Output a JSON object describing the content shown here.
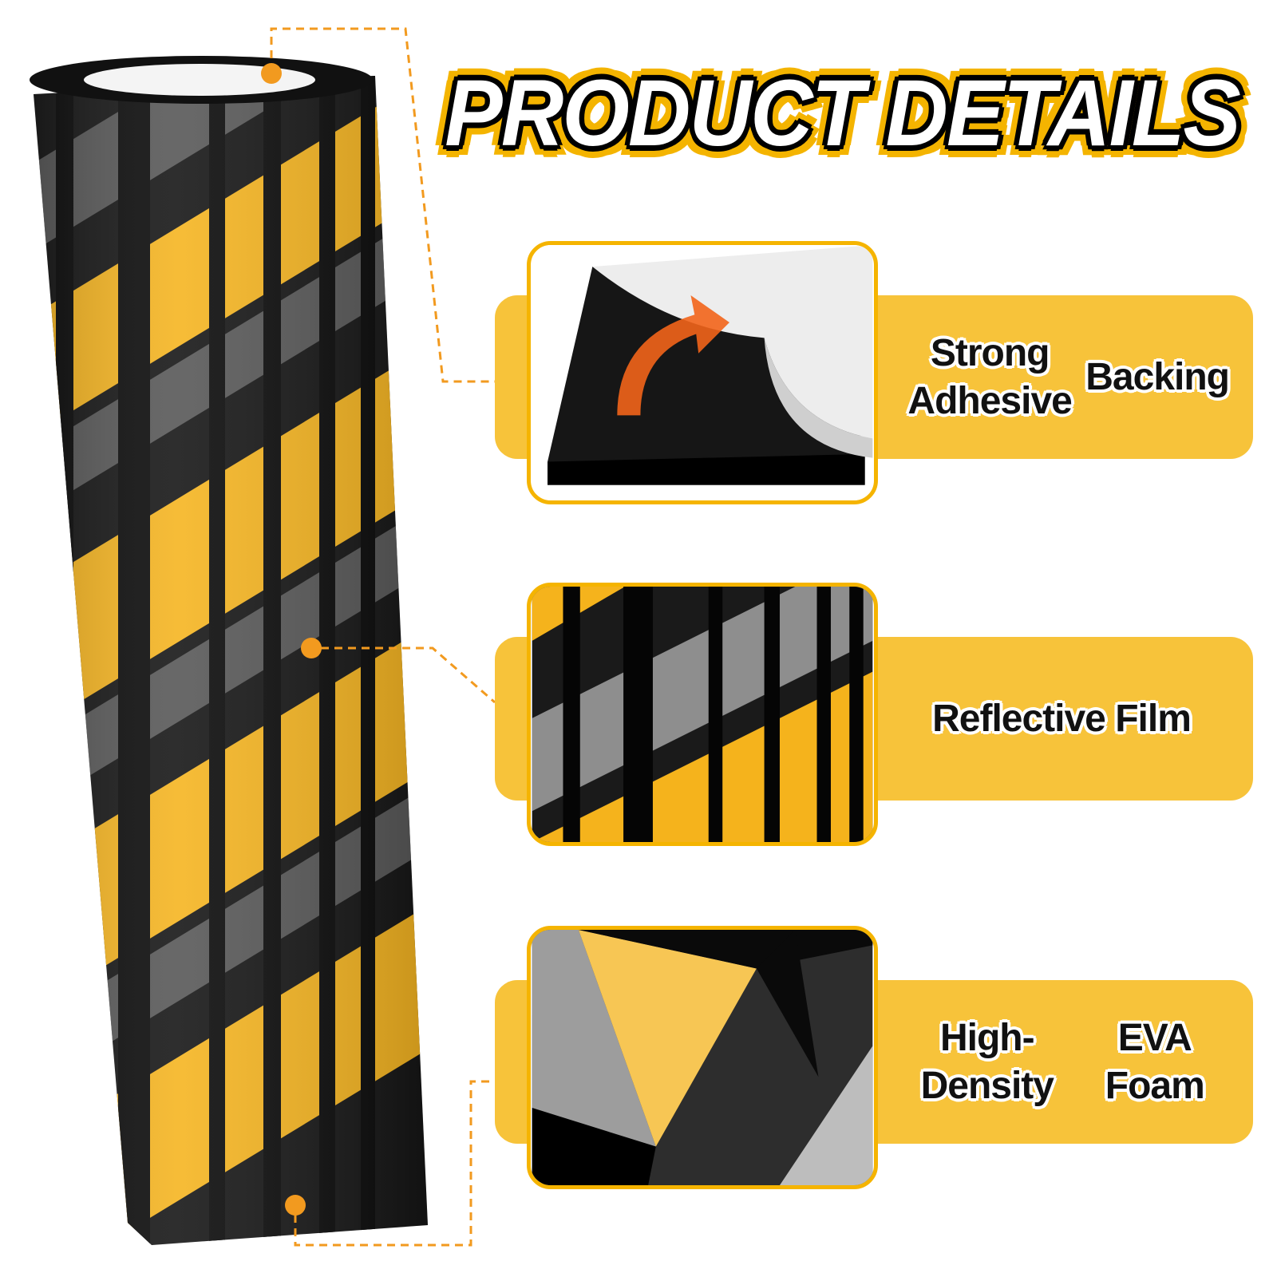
{
  "title": "PRODUCT DETAILS",
  "colors": {
    "accent_yellow": "#f7c33a",
    "border_yellow": "#f5b400",
    "connector_orange": "#f29a1f",
    "stripe_black": "#0d0d0d"
  },
  "features": [
    {
      "line1": "Strong Adhesive",
      "line2": "Backing",
      "icon": "adhesive-peel-icon"
    },
    {
      "line1": "Reflective Film",
      "line2": "",
      "icon": "reflective-stripes-icon"
    },
    {
      "line1": "High-Density",
      "line2": "EVA Foam",
      "icon": "foam-closeup-icon"
    }
  ]
}
